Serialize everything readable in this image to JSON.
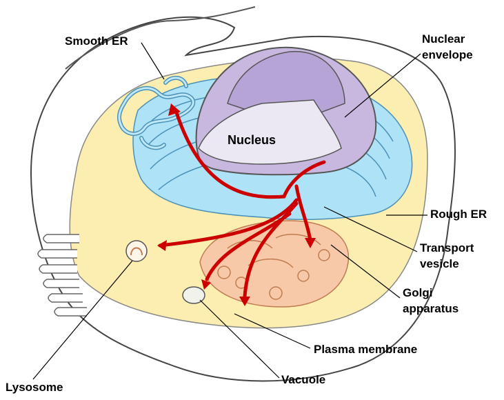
{
  "diagram": {
    "labels": {
      "smooth_er": "Smooth ER",
      "nuclear_envelope_1": "Nuclear",
      "nuclear_envelope_2": "envelope",
      "nucleus": "Nucleus",
      "rough_er": "Rough ER",
      "transport_vesicle_1": "Transport",
      "transport_vesicle_2": "vesicle",
      "golgi_1": "Golgi",
      "golgi_2": "apparatus",
      "plasma_membrane": "Plasma membrane",
      "vacuole": "Vacuole",
      "lysosome": "Lysosome"
    },
    "colors": {
      "cytoplasm": "#fbeeb0",
      "rough_er": "#aee3f7",
      "smooth_er": "#bfe8f7",
      "nucleus_face": "#ece8f3",
      "nuclear_envelope": "#c8b8e0",
      "golgi": "#f7c9a8",
      "pathway_arrows": "#cc0000",
      "outline": "#333333"
    }
  }
}
